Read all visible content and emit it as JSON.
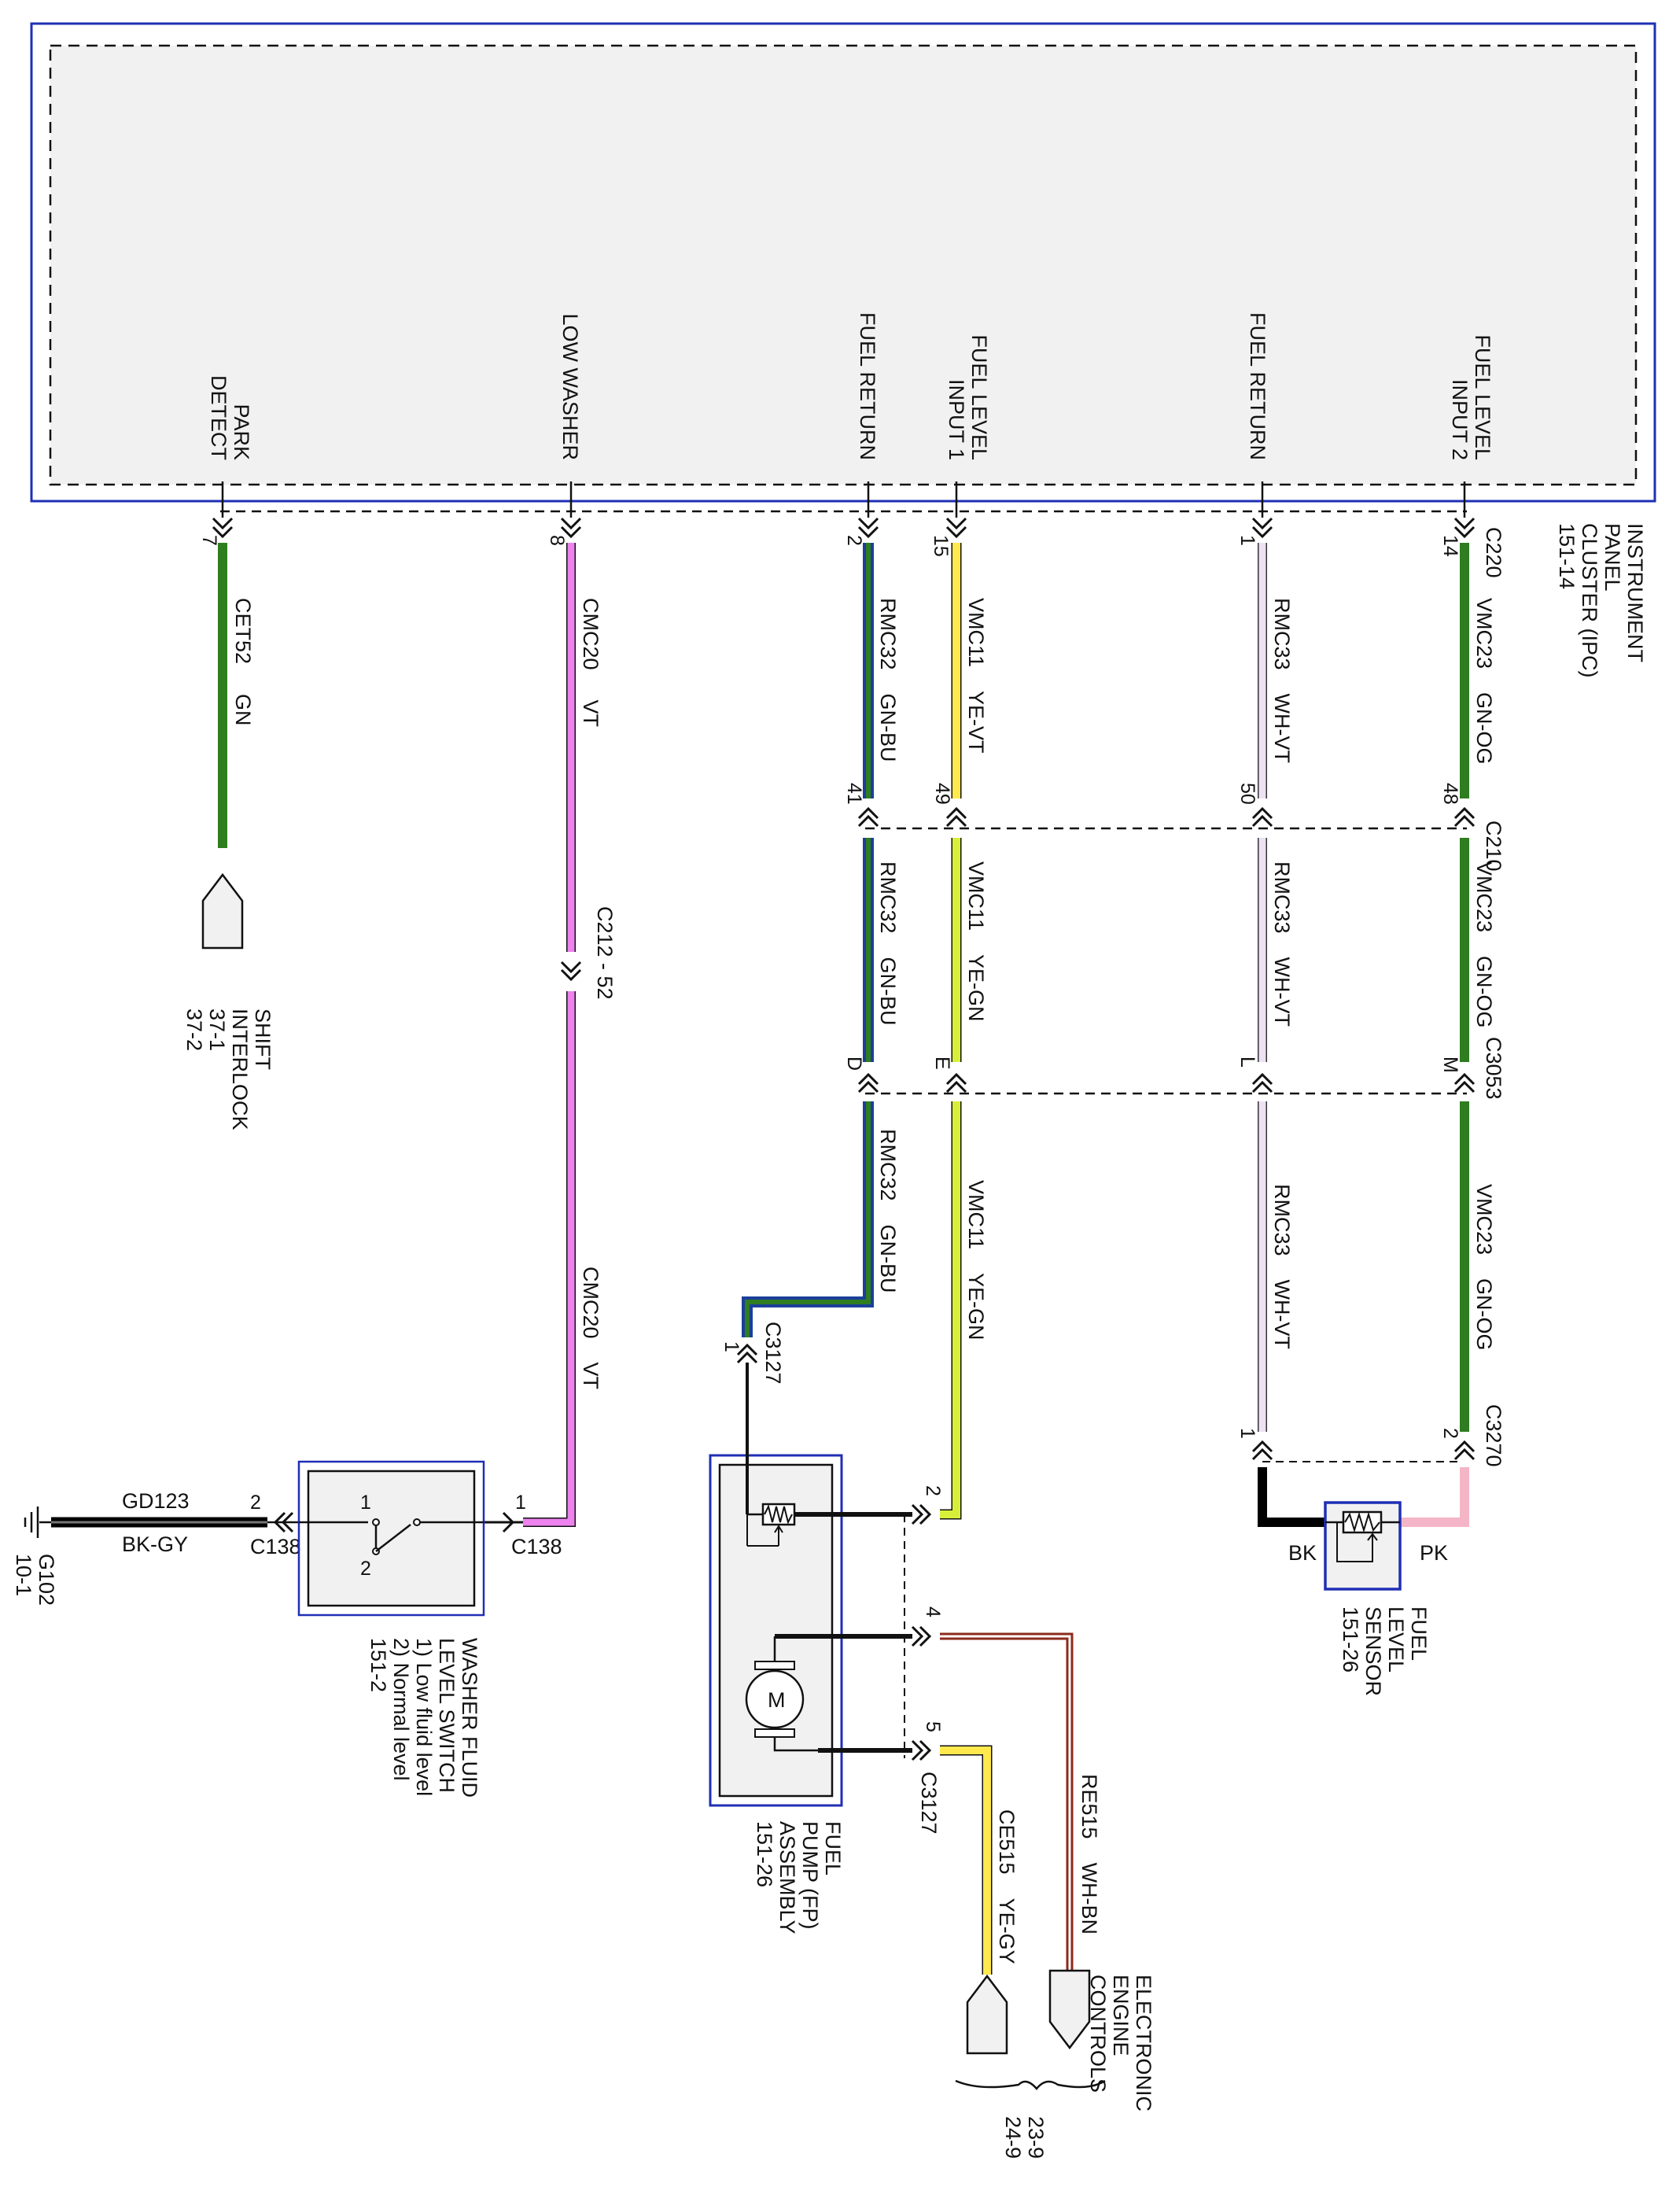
{
  "colors": {
    "module_border": "#1f2fb4",
    "module_fill": "#f1f1f1",
    "gn": "#2e7d20",
    "bu": "#1b3f9a",
    "vt": "#ee82ee",
    "ye": "#ffe94d",
    "ye_gn": "#d8ef3a",
    "wh_vt": "#ece2f4",
    "bk": "#000000",
    "pk": "#f4b6c6",
    "bn": "#8b2b1c"
  },
  "ipc": {
    "title_lines": [
      "INSTRUMENT",
      "PANEL",
      "CLUSTER (IPC)",
      "151-14"
    ],
    "connector": "C220",
    "pins": [
      {
        "name_lines": [
          "PARK",
          "DETECT"
        ],
        "pin": "7"
      },
      {
        "name_lines": [
          "LOW WASHER"
        ],
        "pin": "8"
      },
      {
        "name_lines": [
          "FUEL RETURN"
        ],
        "pin": "2"
      },
      {
        "name_lines": [
          "FUEL LEVEL",
          "INPUT 1"
        ],
        "pin": "15"
      },
      {
        "name_lines": [
          "FUEL RETURN"
        ],
        "pin": "1"
      },
      {
        "name_lines": [
          "FUEL LEVEL",
          "INPUT 2"
        ],
        "pin": "14"
      }
    ]
  },
  "connectors": {
    "c210": {
      "name": "C210",
      "pins": [
        "41",
        "49",
        "50",
        "48"
      ]
    },
    "c3053": {
      "name": "C3053",
      "pins": [
        "D",
        "E",
        "L",
        "M"
      ]
    },
    "c212": {
      "name": "C212 - 52"
    },
    "c3127_top": {
      "name": "C3127",
      "pin": "1"
    },
    "c3127_right": {
      "name": "C3127",
      "pins": [
        "2",
        "4",
        "5"
      ]
    },
    "c3270": {
      "name": "C3270",
      "pins": [
        "1",
        "2"
      ]
    },
    "c138_right": {
      "name": "C138",
      "pin": "1"
    },
    "c138_left": {
      "name": "C138",
      "pin": "2"
    }
  },
  "wires": {
    "cet52": {
      "circuit": "CET52",
      "color": "GN"
    },
    "cmc20_a": {
      "circuit": "CMC20",
      "color": "VT"
    },
    "cmc20_b": {
      "circuit": "CMC20",
      "color": "VT"
    },
    "rmc32_a": {
      "circuit": "RMC32",
      "color": "GN-BU"
    },
    "rmc32_b": {
      "circuit": "RMC32",
      "color": "GN-BU"
    },
    "rmc32_c": {
      "circuit": "RMC32",
      "color": "GN-BU"
    },
    "vmc11_a": {
      "circuit": "VMC11",
      "color": "YE-VT"
    },
    "vmc11_b": {
      "circuit": "VMC11",
      "color": "YE-GN"
    },
    "vmc11_c": {
      "circuit": "VMC11",
      "color": "YE-GN"
    },
    "rmc33_a": {
      "circuit": "RMC33",
      "color": "WH-VT"
    },
    "rmc33_b": {
      "circuit": "RMC33",
      "color": "WH-VT"
    },
    "rmc33_c": {
      "circuit": "RMC33",
      "color": "WH-VT"
    },
    "vmc23_a": {
      "circuit": "VMC23",
      "color": "GN-OG"
    },
    "vmc23_b": {
      "circuit": "VMC23",
      "color": "GN-OG"
    },
    "vmc23_c": {
      "circuit": "VMC23",
      "color": "GN-OG"
    },
    "gd123": {
      "circuit": "GD123",
      "color": "BK-GY"
    },
    "re515": {
      "circuit": "RE515",
      "color": "WH-BN"
    },
    "ce515": {
      "circuit": "CE515",
      "color": "YE-GY"
    },
    "sensor_bk": {
      "color": "BK"
    },
    "sensor_pk": {
      "color": "PK"
    }
  },
  "components": {
    "shift_interlock": {
      "lines": [
        "SHIFT",
        "INTERLOCK",
        "37-1",
        "37-2"
      ]
    },
    "washer_switch": {
      "lines": [
        "WASHER FLUID",
        "LEVEL SWITCH",
        "1) Low fluid level",
        "2) Normal level",
        "151-2"
      ],
      "pin_labels": [
        "1",
        "2"
      ]
    },
    "ground": {
      "lines": [
        "G102",
        "10-1"
      ]
    },
    "fuel_pump": {
      "lines": [
        "FUEL",
        "PUMP (FP)",
        "ASSEMBLY",
        "151-26"
      ],
      "motor_label": "M"
    },
    "fuel_level_sensor": {
      "lines": [
        "FUEL",
        "LEVEL",
        "SENSOR",
        "151-26"
      ]
    },
    "engine_controls": {
      "lines": [
        "ELECTRONIC",
        "ENGINE",
        "CONTROLS"
      ]
    },
    "engine_refs": {
      "lines": [
        "23-9",
        "24-9"
      ]
    }
  }
}
